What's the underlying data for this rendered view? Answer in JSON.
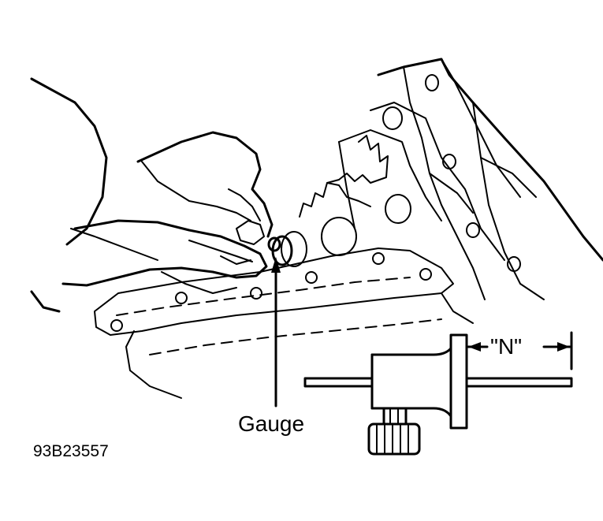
{
  "labels": {
    "gauge": "Gauge",
    "figure_id": "93B23557",
    "dimension": "\"N\""
  },
  "colors": {
    "ink": "#000000",
    "background": "#ffffff"
  }
}
